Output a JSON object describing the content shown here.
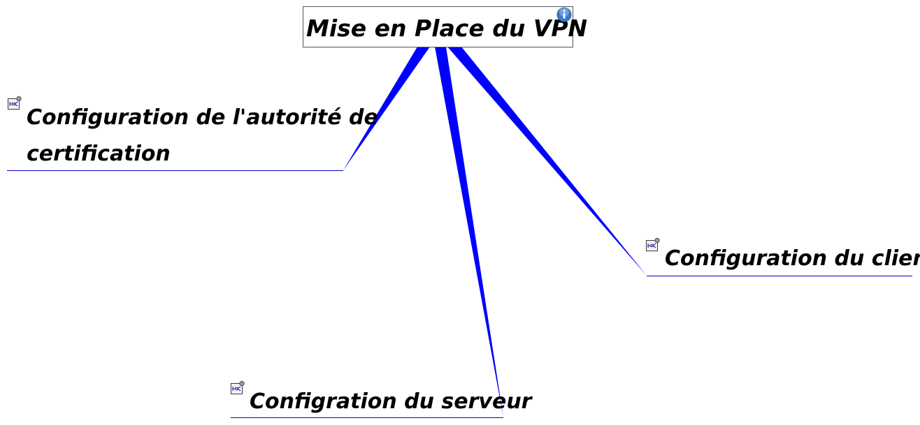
{
  "root": {
    "title": "Mise en Place du VPN",
    "icon": "info-icon"
  },
  "branches": [
    {
      "lines": [
        "Configuration de l'autorité de",
        "certification"
      ],
      "icon": "note-icon"
    },
    {
      "lines": [
        "Configration du serveur"
      ],
      "icon": "note-icon"
    },
    {
      "lines": [
        "Configuration du client"
      ],
      "icon": "note-icon"
    }
  ],
  "colors": {
    "branch": "#0000ff",
    "underline": "#0000cc",
    "border": "#555555"
  }
}
